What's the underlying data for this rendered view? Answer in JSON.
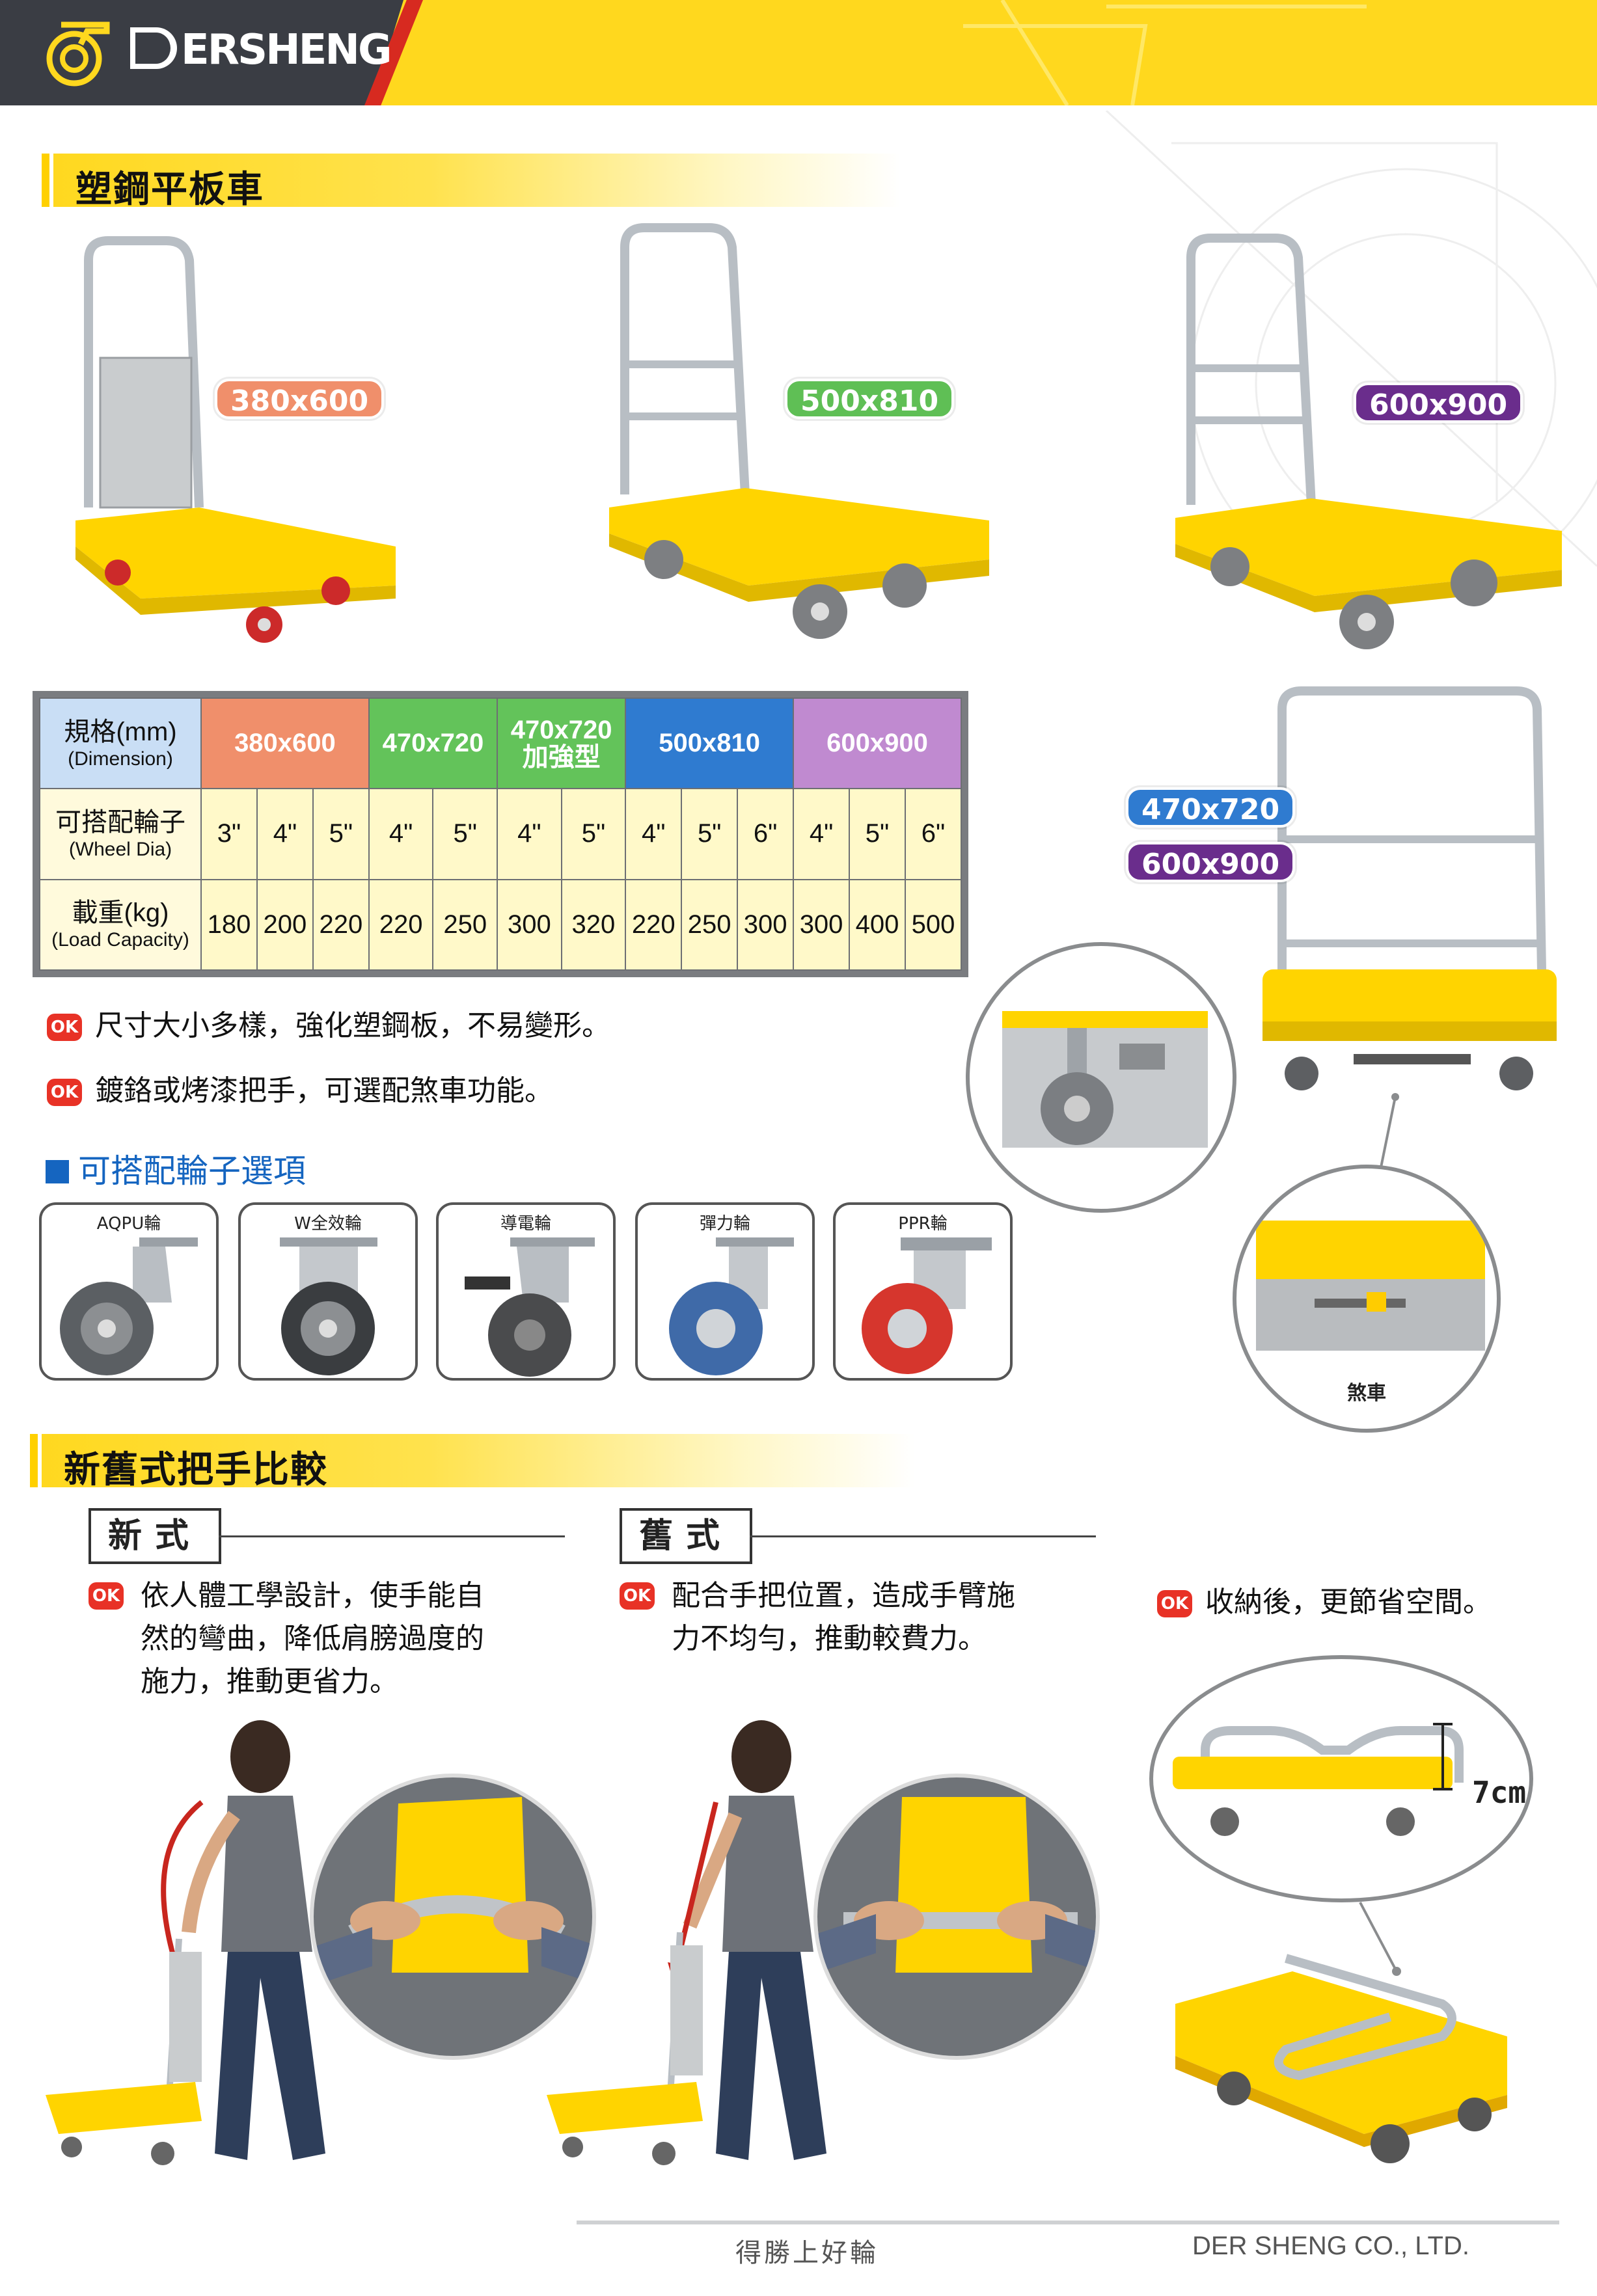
{
  "header": {
    "brand_initial": "D",
    "brand_rest": "ERSHENG",
    "colors": {
      "yellow": "#ffd81e",
      "dark": "#3a3d44",
      "red": "#d72a20"
    }
  },
  "section1": {
    "title": "塑鋼平板車"
  },
  "products": [
    {
      "size": "380x600",
      "tag_color": "#f08f6b"
    },
    {
      "size": "500x810",
      "tag_color": "#5fbf55"
    },
    {
      "size": "600x900",
      "tag_color": "#6a2d8c"
    }
  ],
  "side_product": {
    "tags": [
      "470x720",
      "600x900"
    ],
    "tag_colors": [
      "#2f7bd0",
      "#6a2d8c"
    ]
  },
  "spec_table": {
    "row_labels": [
      {
        "main": "規格(mm)",
        "sub": "(Dimension)"
      },
      {
        "main": "可搭配輪子",
        "sub": "(Wheel Dia)"
      },
      {
        "main": "載重(kg)",
        "sub": "(Load Capacity)"
      }
    ],
    "groups": [
      {
        "name": "380x600",
        "name2": "",
        "color": "#f08f6b",
        "wheels": [
          "3\"",
          "4\"",
          "5\""
        ],
        "loads": [
          "180",
          "200",
          "220"
        ]
      },
      {
        "name": "470x720",
        "name2": "",
        "color": "#63c35a",
        "wheels": [
          "4\"",
          "5\""
        ],
        "loads": [
          "220",
          "250"
        ]
      },
      {
        "name": "470x720",
        "name2": "加強型",
        "color": "#63c35a",
        "wheels": [
          "4\"",
          "5\""
        ],
        "loads": [
          "300",
          "320"
        ]
      },
      {
        "name": "500x810",
        "name2": "",
        "color": "#2f7bd0",
        "wheels": [
          "4\"",
          "5\"",
          "6\""
        ],
        "loads": [
          "220",
          "250",
          "300"
        ]
      },
      {
        "name": "600x900",
        "name2": "",
        "color": "#c08ad0",
        "wheels": [
          "4\"",
          "5\"",
          "6\""
        ],
        "loads": [
          "300",
          "400",
          "500"
        ]
      }
    ]
  },
  "features": [
    "尺寸大小多樣，強化塑鋼板，不易變形。",
    "鍍鉻或烤漆把手，可選配煞車功能。"
  ],
  "ok_badge": "OK",
  "wheel_section": {
    "title": "可搭配輪子選項"
  },
  "wheels": [
    {
      "label": "AQPU輪",
      "color": "#5b5f63"
    },
    {
      "label": "W全效輪",
      "color": "#3a3d40"
    },
    {
      "label": "導電輪",
      "color": "#4a4b4d"
    },
    {
      "label": "彈力輪",
      "color": "#3f6aa8"
    },
    {
      "label": "PPR輪",
      "color": "#d6362d"
    }
  ],
  "brake_label": "煞車",
  "section2": {
    "title": "新舊式把手比較"
  },
  "compare": {
    "new_label": "新式",
    "old_label": "舊式",
    "new_text": [
      "依人體工學設計，使手能自",
      "然的彎曲，降低肩膀過度的",
      "施力，推動更省力。"
    ],
    "old_text": [
      "配合手把位置，造成手臂施",
      "力不均勻，推動較費力。"
    ],
    "fold_text": "收納後，更節省空間。",
    "fold_height": "7cm"
  },
  "footer": {
    "slogan": "得勝上好輪",
    "company": "DER SHENG CO., LTD."
  }
}
